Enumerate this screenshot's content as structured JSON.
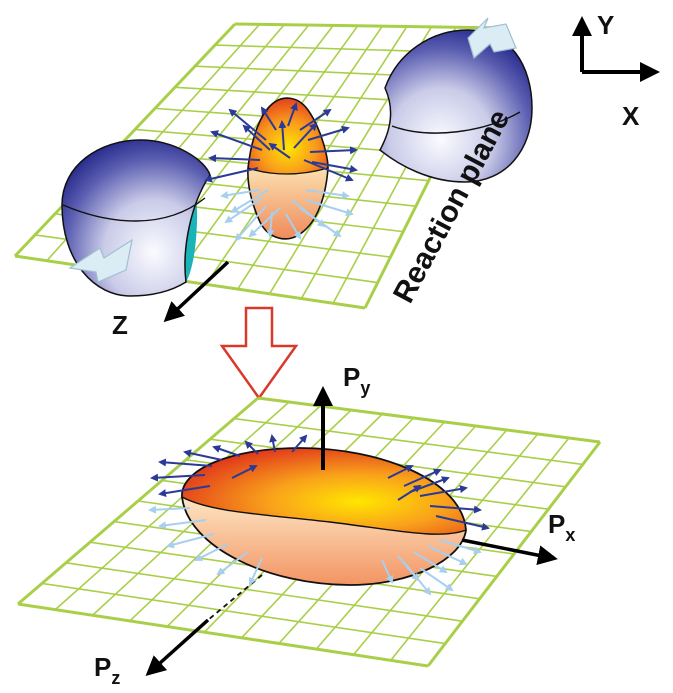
{
  "labels": {
    "reaction_plane": "Reaction plane",
    "axis_y": "Y",
    "axis_x": "X",
    "axis_z": "Z",
    "p_letter": "P",
    "py_sub": "y",
    "px_sub": "x",
    "pz_sub": "z"
  },
  "colors": {
    "grid_line": "#a9cf49",
    "nucleus_dark": "#2c2f8f",
    "nucleus_light": "#f4f4fb",
    "fireball_hot": "#ffe200",
    "fireball_red": "#e8381c",
    "arrow_dark_blue": "#2b3a96",
    "arrow_light_blue": "#a8cfee",
    "hollow_arrow": "#d8392b",
    "axis_black": "#000000"
  },
  "icons": {
    "down_arrow": "hollow-down-arrow-icon",
    "axis_arrow": "arrow-icon"
  }
}
